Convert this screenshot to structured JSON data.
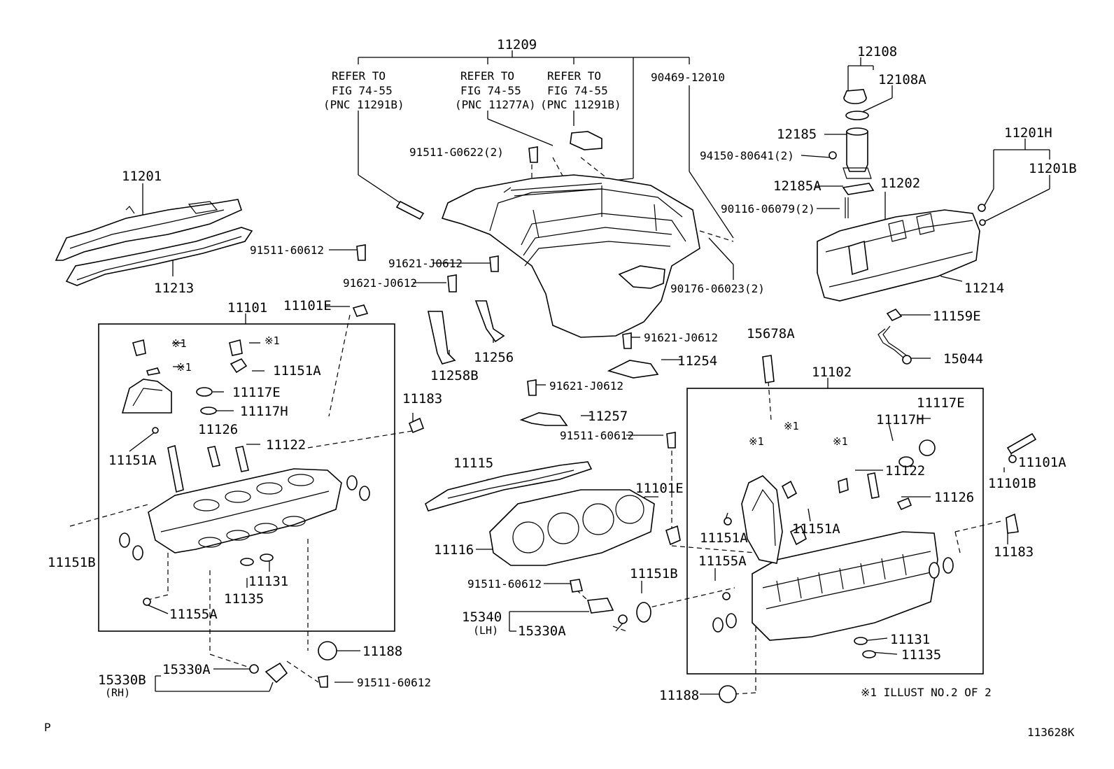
{
  "labels": {
    "p11209": "11209",
    "refer_a_1": "REFER TO",
    "refer_a_2": "FIG 74-55",
    "refer_a_3": "(PNC 11291B)",
    "refer_b_1": "REFER TO",
    "refer_b_2": "FIG 74-55",
    "refer_b_3": "(PNC 11277A)",
    "refer_c_1": "REFER TO",
    "refer_c_2": "FIG 74-55",
    "refer_c_3": "(PNC 11291B)",
    "p90469": "90469-12010",
    "p12108": "12108",
    "p12108A": "12108A",
    "p12185": "12185",
    "p94150": "94150-80641(2)",
    "p12185A": "12185A",
    "p90116": "90116-06079(2)",
    "p11202": "11202",
    "p11201H": "11201H",
    "p11201B": "11201B",
    "p11214": "11214",
    "p11201": "11201",
    "p11213": "11213",
    "p91511_g0622": "91511-G0622(2)",
    "p91511_60612_a": "91511-60612",
    "p91621_j0612_a": "91621-J0612",
    "p91621_j0612_b": "91621-J0612",
    "p90176": "90176-06023(2)",
    "p11101": "11101",
    "p11101E_a": "11101E",
    "p11256": "11256",
    "p11258B": "11258B",
    "p91621_j0612_c": "91621-J0612",
    "p11254": "11254",
    "p91621_j0612_d": "91621-J0612",
    "p11257": "11257",
    "p91511_60612_b": "91511-60612",
    "p11159E": "11159E",
    "p15044": "15044",
    "p15678A": "15678A",
    "p11102": "11102",
    "note1_a": "※1",
    "note1_b": "※1",
    "note1_c": "※1",
    "p11151A_a": "11151A",
    "p11117E_a": "11117E",
    "p11117H_a": "11117H",
    "p11126_a": "11126",
    "p11122_a": "11122",
    "p11151A_b": "11151A",
    "p11183_a": "11183",
    "p11151B_a": "11151B",
    "p11131_a": "11131",
    "p11135_a": "11135",
    "p11155A_a": "11155A",
    "p11188_a": "11188",
    "p15330A_a": "15330A",
    "p15330B": "15330B",
    "rh": "(RH)",
    "p91511_60612_c": "91511-60612",
    "p11115": "11115",
    "p11116": "11116",
    "p91511_60612_d": "91511-60612",
    "p15340": "15340",
    "lh": "(LH)",
    "p15330A_b": "15330A",
    "p11101E_b": "11101E",
    "p11151B_b": "11151B",
    "p11117E_b": "11117E",
    "p11117H_b": "11117H",
    "note1_d": "※1",
    "note1_e": "※1",
    "note1_f": "※1",
    "p11122_b": "11122",
    "p11126_b": "11126",
    "p11151A_c": "11151A",
    "p11151A_d": "11151A",
    "p11155A_b": "11155A",
    "p11131_b": "11131",
    "p11135_b": "11135",
    "p11188_b": "11188",
    "p11101A": "11101A",
    "p11101B": "11101B",
    "p11183_b": "11183",
    "illust_note": "※1 ILLUST NO.2 OF 2",
    "corner_p": "P",
    "figure_id": "113628K"
  }
}
